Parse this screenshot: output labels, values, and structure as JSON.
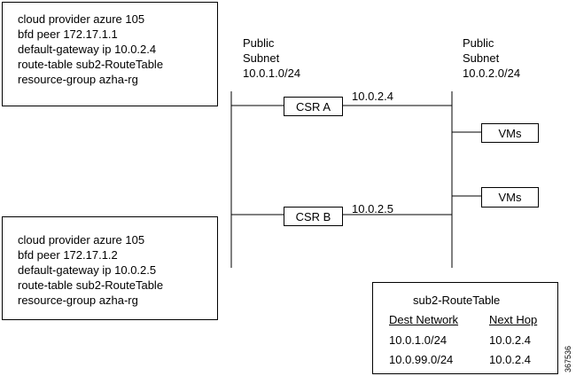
{
  "config_a": {
    "lines": [
      "cloud provider azure 105",
      "bfd peer 172.17.1.1",
      "default-gateway ip 10.0.2.4",
      "route-table sub2-RouteTable",
      "resource-group azha-rg"
    ]
  },
  "config_b": {
    "lines": [
      "cloud provider azure 105",
      "bfd peer 172.17.1.2",
      "default-gateway ip 10.0.2.5",
      "route-table sub2-RouteTable",
      "resource-group azha-rg"
    ]
  },
  "subnet_left": {
    "line1": "Public",
    "line2": "Subnet",
    "line3": "10.0.1.0/24"
  },
  "subnet_right": {
    "line1": "Public",
    "line2": "Subnet",
    "line3": "10.0.2.0/24"
  },
  "csr_a": {
    "label": "CSR A",
    "ip": "10.0.2.4"
  },
  "csr_b": {
    "label": "CSR B",
    "ip": "10.0.2.5"
  },
  "vms_top": {
    "label": "VMs"
  },
  "vms_bottom": {
    "label": "VMs"
  },
  "route_table": {
    "title": "sub2-RouteTable",
    "headers": [
      "Dest Network",
      "Next Hop"
    ],
    "rows": [
      [
        "10.0.1.0/24",
        "10.0.2.4"
      ],
      [
        "10.0.99.0/24",
        "10.0.2.4"
      ]
    ]
  },
  "figure_id": "367536"
}
